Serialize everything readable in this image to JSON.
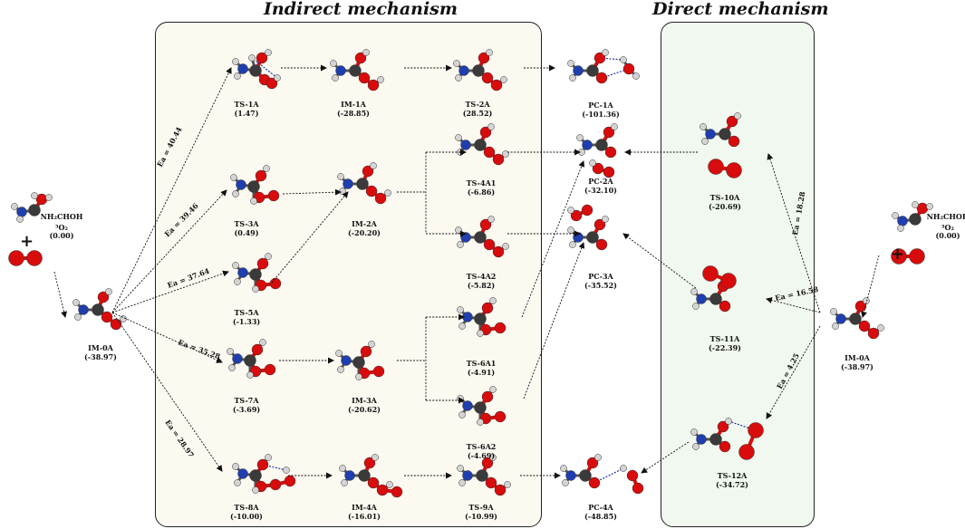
{
  "headings": {
    "indirect": "Indirect mechanism",
    "direct": "Direct mechanism"
  },
  "reactants": {
    "formula": "NH₂CHOH",
    "plus": "+",
    "oxygen": "³O₂",
    "energy": "(0.00)"
  },
  "species": [
    {
      "id": "IM-0A",
      "energy": "(-38.97)"
    },
    {
      "id": "TS-1A",
      "energy": "(1.47)"
    },
    {
      "id": "IM-1A",
      "energy": "(-28.85)"
    },
    {
      "id": "TS-2A",
      "energy": "(28.52)"
    },
    {
      "id": "PC-1A",
      "energy": "(-101.36)"
    },
    {
      "id": "TS-3A",
      "energy": "(0.49)"
    },
    {
      "id": "IM-2A",
      "energy": "(-20.20)"
    },
    {
      "id": "TS-4A1",
      "energy": "(-6.86)"
    },
    {
      "id": "TS-4A2",
      "energy": "(-5.82)"
    },
    {
      "id": "PC-2A",
      "energy": "(-32.10)"
    },
    {
      "id": "PC-3A",
      "energy": "(-35.52)"
    },
    {
      "id": "TS-5A",
      "energy": "(-1.33)"
    },
    {
      "id": "TS-7A",
      "energy": "(-3.69)"
    },
    {
      "id": "IM-3A",
      "energy": "(-20.62)"
    },
    {
      "id": "TS-6A1",
      "energy": "(-4.91)"
    },
    {
      "id": "TS-6A2",
      "energy": "(-4.69)"
    },
    {
      "id": "TS-8A",
      "energy": "(-10.00)"
    },
    {
      "id": "IM-4A",
      "energy": "(-16.01)"
    },
    {
      "id": "TS-9A",
      "energy": "(-10.99)"
    },
    {
      "id": "PC-4A",
      "energy": "(-48.85)"
    },
    {
      "id": "TS-10A",
      "energy": "(-20.69)"
    },
    {
      "id": "TS-11A",
      "energy": "(-22.39)"
    },
    {
      "id": "TS-12A",
      "energy": "(-34.72)"
    },
    {
      "id": "IM-0A",
      "energy": "(-38.97)"
    }
  ],
  "barriers": {
    "ts1": "Ea = 40.44",
    "ts3": "Ea = 39.46",
    "ts5": "Ea = 37.64",
    "ts7": "Ea = 35.28",
    "ts8": "Ea = 28.97",
    "ts10": "Ea = 18.28",
    "ts11": "Ea = 16.58",
    "ts12": "Ea = 4.25"
  },
  "colors": {
    "carbon": "#3a3a3a",
    "nitrogen": "#1f3fb0",
    "oxygen": "#d80c0c",
    "hydrogen": "#d4d4d4",
    "hbond": "#2233aa",
    "indirect_bg": "#fcf9f1",
    "direct_bg": "#f1f8ef"
  }
}
